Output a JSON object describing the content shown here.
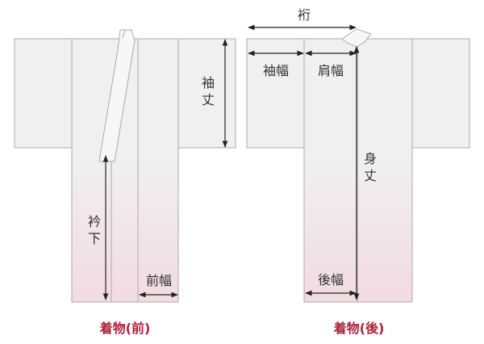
{
  "colors": {
    "garment_top": "#f0f0f0",
    "garment_bottom_tint": "#f2dbe2",
    "outline": "#aaaaaa",
    "dimension_line": "#222222",
    "label_text": "#333333",
    "caption_text": "#b0203a"
  },
  "front": {
    "caption": "着物(前)",
    "labels": {
      "sode_take": "袖丈",
      "okumi_sagari": "衿下",
      "mae_haba": "前幅"
    }
  },
  "back": {
    "caption": "着物(後)",
    "labels": {
      "yuki": "裄",
      "sode_haba": "袖幅",
      "kata_haba": "肩幅",
      "mi_take": "身丈",
      "ushiro_haba": "後幅"
    }
  }
}
